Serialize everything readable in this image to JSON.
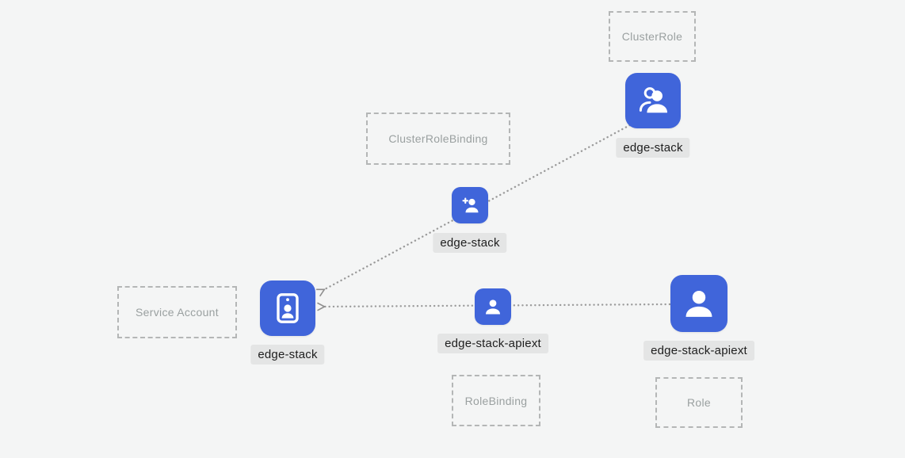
{
  "diagram": {
    "title": "Kubernetes RBAC relationship diagram",
    "colors": {
      "background": "#f4f5f5",
      "node_blue": "#4065DA",
      "icon_white": "#ffffff",
      "label_chip_bg": "#e4e5e5",
      "label_chip_text": "#1e1e1e",
      "type_box_border": "#b4b6b6",
      "type_box_text": "#9aa0a0",
      "edge_line": "#9b9b9b"
    },
    "boxes": [
      {
        "id": "clusterrole",
        "label": "ClusterRole"
      },
      {
        "id": "clusterrolebinding",
        "label": "ClusterRoleBinding"
      },
      {
        "id": "serviceaccount",
        "label": "Service Account"
      },
      {
        "id": "rolebinding",
        "label": "RoleBinding"
      },
      {
        "id": "role",
        "label": "Role"
      }
    ],
    "nodes": [
      {
        "id": "clusterrole-edge-stack",
        "type": "ClusterRole",
        "label": "edge-stack",
        "icon": "users-icon"
      },
      {
        "id": "clusterrolebinding-edge-stack",
        "type": "ClusterRoleBinding",
        "label": "edge-stack",
        "icon": "user-plus-icon"
      },
      {
        "id": "serviceaccount-edge-stack",
        "type": "ServiceAccount",
        "label": "edge-stack",
        "icon": "id-badge-icon"
      },
      {
        "id": "rolebinding-edge-stack-apiext",
        "type": "RoleBinding",
        "label": "edge-stack-apiext",
        "icon": "user-icon"
      },
      {
        "id": "role-edge-stack-apiext",
        "type": "Role",
        "label": "edge-stack-apiext",
        "icon": "user-icon"
      }
    ],
    "edges": [
      {
        "from": "clusterrole-edge-stack",
        "via": "clusterrolebinding-edge-stack",
        "to": "serviceaccount-edge-stack",
        "style": "dotted-arrow"
      },
      {
        "from": "role-edge-stack-apiext",
        "via": "rolebinding-edge-stack-apiext",
        "to": "serviceaccount-edge-stack",
        "style": "dotted-arrow"
      }
    ]
  }
}
